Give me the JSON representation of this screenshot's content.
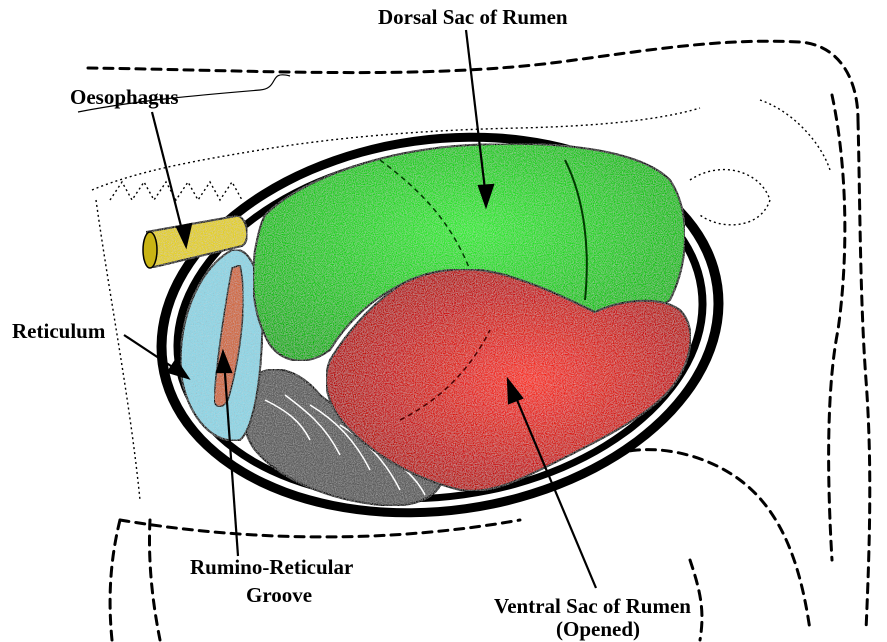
{
  "labels": {
    "dorsal_sac": "Dorsal Sac of Rumen",
    "oesophagus": "Oesophagus",
    "reticulum": "Reticulum",
    "groove_line1": "Rumino-Reticular",
    "groove_line2": "Groove",
    "ventral_line1": "Ventral Sac of Rumen",
    "ventral_line2": "(Opened)"
  },
  "colors": {
    "dorsal_sac": "#00dd00",
    "ventral_sac": "#ee0000",
    "reticulum": "#8fd8e8",
    "oesophagus": "#e6d21e",
    "groove": "#d2693c",
    "omasum": "#6e6e6e",
    "wall": "#000000"
  }
}
